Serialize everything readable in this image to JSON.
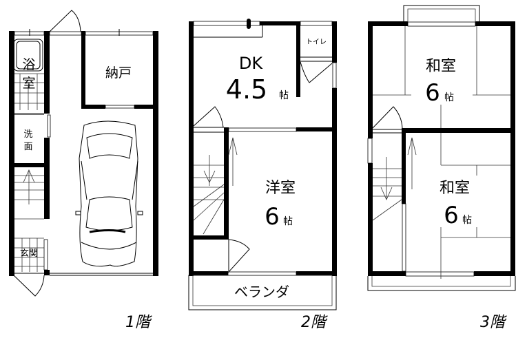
{
  "floors": [
    {
      "id": "1F",
      "label": "1階",
      "rooms": {
        "bath": {
          "line1": "浴",
          "line2": "室"
        },
        "storage": {
          "name": "納戸"
        },
        "washroom": {
          "line1": "洗",
          "line2": "面"
        },
        "entrance": {
          "name": "玄関"
        },
        "garage": {
          "name": "car-parking"
        }
      }
    },
    {
      "id": "2F",
      "label": "2階",
      "rooms": {
        "dk": {
          "name": "DK",
          "size": "4.5",
          "unit": "帖"
        },
        "toilet": {
          "name": "トイレ"
        },
        "western": {
          "name": "洋室",
          "size": "6",
          "unit": "帖"
        },
        "veranda": {
          "name": "ベランダ"
        }
      }
    },
    {
      "id": "3F",
      "label": "3階",
      "rooms": {
        "japanese1": {
          "name": "和室",
          "size": "6",
          "unit": "帖"
        },
        "japanese2": {
          "name": "和室",
          "size": "6",
          "unit": "帖"
        }
      }
    }
  ],
  "colors": {
    "wall": "#000000",
    "background": "#ffffff"
  }
}
